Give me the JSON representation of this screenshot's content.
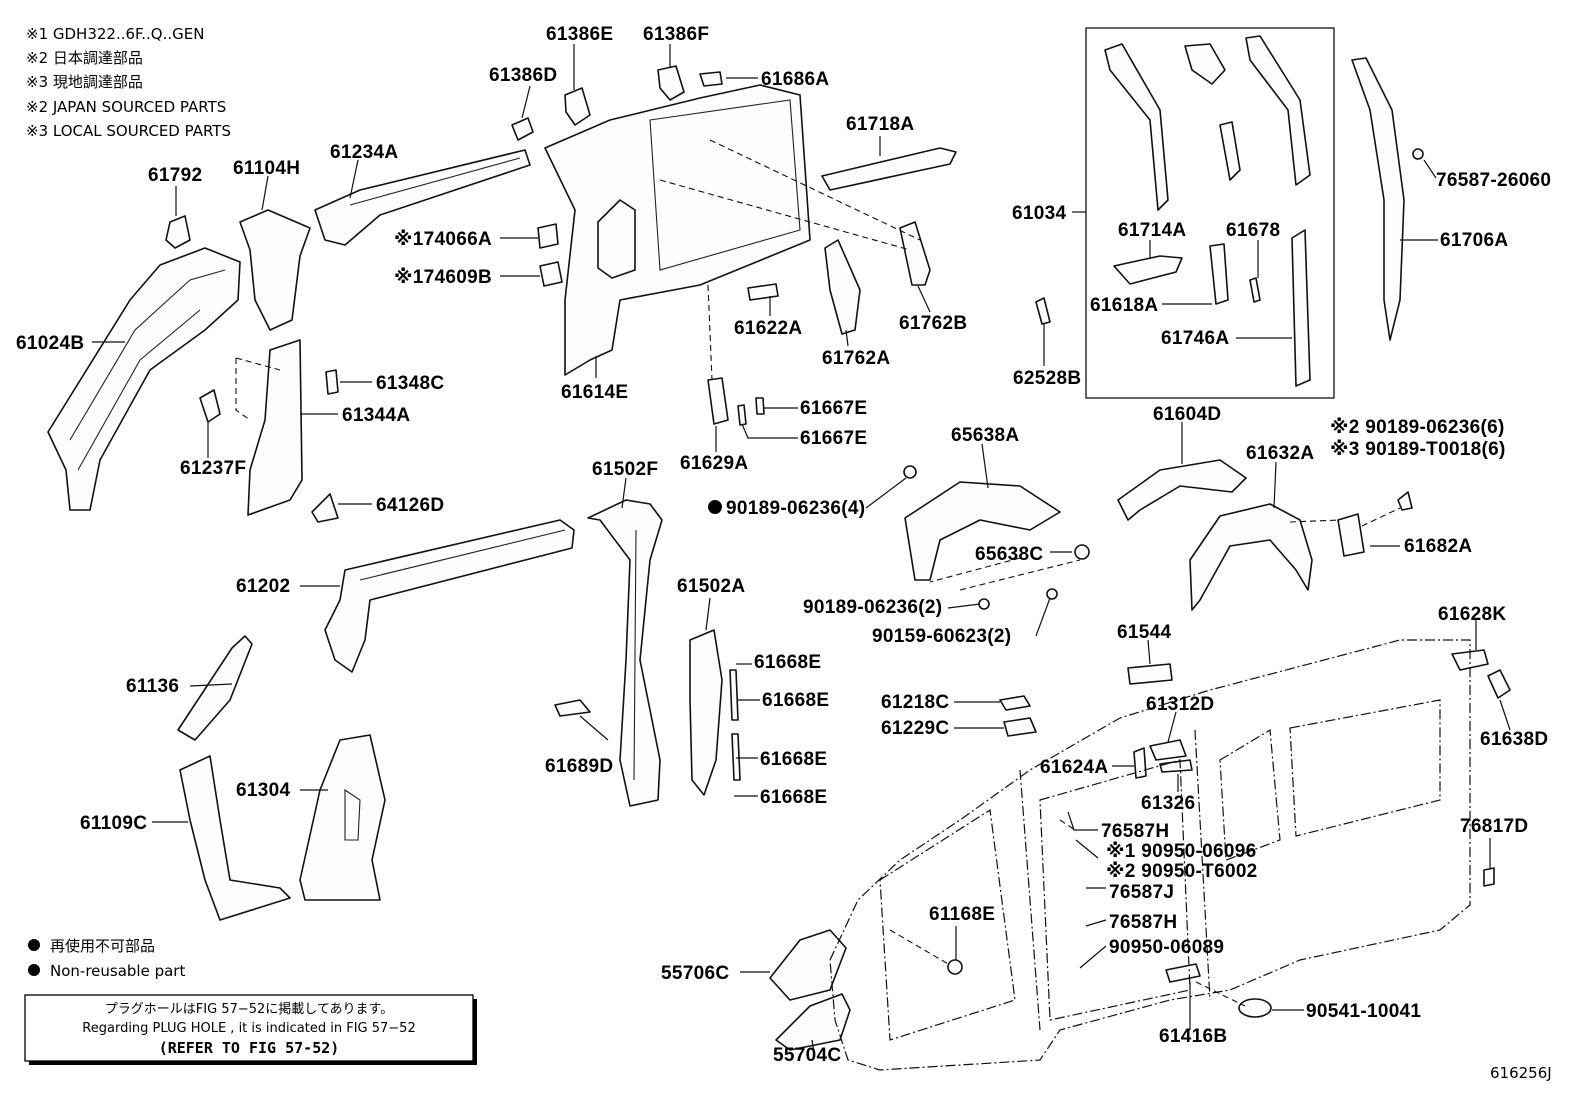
{
  "notes": [
    "※1 GDH322..6F..Q..GEN",
    "※2  日本調達部品",
    "※3  現地調達部品",
    "※2  JAPAN SOURCED PARTS",
    "※3  LOCAL SOURCED PARTS"
  ],
  "legend": {
    "jp": "再使用不可部品",
    "en": "Non-reusable part"
  },
  "plug_note": {
    "jp": "プラグホールはFIG 57−52に掲載してあります。",
    "en": "Regarding  PLUG  HOLE , it is indicated in FIG  57−52",
    "refer": "(REFER TO FIG 57-52)"
  },
  "figure_id": "616256J",
  "labels": [
    {
      "id": "p61386E",
      "text": "61386E"
    },
    {
      "id": "p61386F",
      "text": "61386F"
    },
    {
      "id": "p61386D",
      "text": "61386D"
    },
    {
      "id": "p61686A",
      "text": "61686A"
    },
    {
      "id": "p61234A",
      "text": "61234A"
    },
    {
      "id": "p61104H",
      "text": "61104H"
    },
    {
      "id": "p61792",
      "text": "61792"
    },
    {
      "id": "p61718A",
      "text": "61718A"
    },
    {
      "id": "p74066A",
      "text": "※174066A"
    },
    {
      "id": "p74609B",
      "text": "※174609B"
    },
    {
      "id": "p61024B",
      "text": "61024B"
    },
    {
      "id": "p61348C",
      "text": "61348C"
    },
    {
      "id": "p61344A",
      "text": "61344A"
    },
    {
      "id": "p61237F",
      "text": "61237F"
    },
    {
      "id": "p64126D",
      "text": "64126D"
    },
    {
      "id": "p61622A",
      "text": "61622A"
    },
    {
      "id": "p61762A",
      "text": "61762A"
    },
    {
      "id": "p61762B",
      "text": "61762B"
    },
    {
      "id": "p61614E",
      "text": "61614E"
    },
    {
      "id": "p61667E_1",
      "text": "61667E"
    },
    {
      "id": "p61667E_2",
      "text": "61667E"
    },
    {
      "id": "p61629A",
      "text": "61629A"
    },
    {
      "id": "p61034",
      "text": "61034"
    },
    {
      "id": "p61714A",
      "text": "61714A"
    },
    {
      "id": "p61678",
      "text": "61678"
    },
    {
      "id": "p61618A",
      "text": "61618A"
    },
    {
      "id": "p61746A",
      "text": "61746A"
    },
    {
      "id": "p62528B",
      "text": "62528B"
    },
    {
      "id": "p76587_26060",
      "text": "76587-26060"
    },
    {
      "id": "p61706A",
      "text": "61706A"
    },
    {
      "id": "p61502F",
      "text": "61502F"
    },
    {
      "id": "p61202",
      "text": "61202"
    },
    {
      "id": "p61502A",
      "text": "61502A"
    },
    {
      "id": "p61136",
      "text": "61136"
    },
    {
      "id": "p61668E_1",
      "text": "61668E"
    },
    {
      "id": "p61668E_2",
      "text": "61668E"
    },
    {
      "id": "p61668E_3",
      "text": "61668E"
    },
    {
      "id": "p61668E_4",
      "text": "61668E"
    },
    {
      "id": "p61689D",
      "text": "61689D"
    },
    {
      "id": "p61304",
      "text": "61304"
    },
    {
      "id": "p61109C",
      "text": "61109C"
    },
    {
      "id": "p65638A",
      "text": "65638A"
    },
    {
      "id": "p90189_06236_4",
      "text": "90189-06236(4)"
    },
    {
      "id": "p65638C",
      "text": "65638C"
    },
    {
      "id": "p90189_06236_2",
      "text": "90189-06236(2)"
    },
    {
      "id": "p90159_60623_2",
      "text": "90159-60623(2)"
    },
    {
      "id": "p61604D",
      "text": "61604D"
    },
    {
      "id": "p61632A",
      "text": "61632A"
    },
    {
      "id": "p90189_06236_6",
      "text": "※2 90189-06236(6)"
    },
    {
      "id": "p90189_T0018_6",
      "text": "※3 90189-T0018(6)"
    },
    {
      "id": "p61682A",
      "text": "61682A"
    },
    {
      "id": "p61544",
      "text": "61544"
    },
    {
      "id": "p61628K",
      "text": "61628K"
    },
    {
      "id": "p61638D",
      "text": "61638D"
    },
    {
      "id": "p61218C",
      "text": "61218C"
    },
    {
      "id": "p61229C",
      "text": "61229C"
    },
    {
      "id": "p61312D",
      "text": "61312D"
    },
    {
      "id": "p61624A",
      "text": "61624A"
    },
    {
      "id": "p61326",
      "text": "61326"
    },
    {
      "id": "p76587H_1",
      "text": "76587H"
    },
    {
      "id": "p90950_06096",
      "text": "※1 90950-06096"
    },
    {
      "id": "p90950_T6002",
      "text": "※2 90950-T6002"
    },
    {
      "id": "p76587J",
      "text": "76587J"
    },
    {
      "id": "p76587H_2",
      "text": "76587H"
    },
    {
      "id": "p90950_06089",
      "text": "90950-06089"
    },
    {
      "id": "p61168E",
      "text": "61168E"
    },
    {
      "id": "p55706C",
      "text": "55706C"
    },
    {
      "id": "p55704C",
      "text": "55704C"
    },
    {
      "id": "p61416B",
      "text": "61416B"
    },
    {
      "id": "p90541_10041",
      "text": "90541-10041"
    },
    {
      "id": "p76817D",
      "text": "76817D"
    }
  ]
}
